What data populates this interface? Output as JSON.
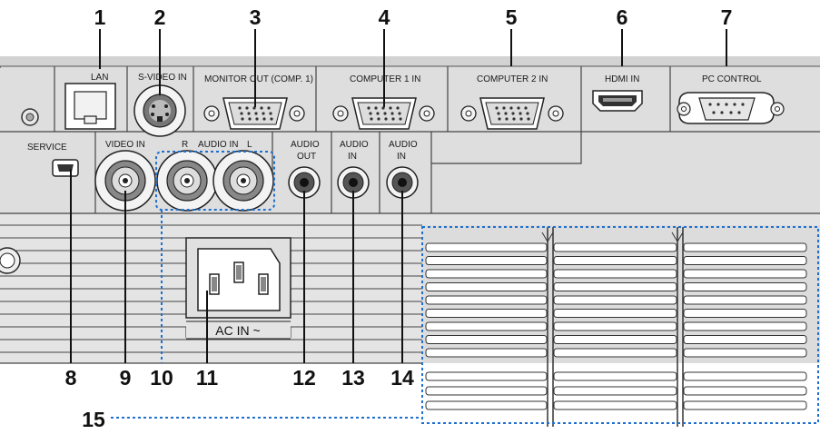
{
  "diagram": {
    "callouts": [
      "1",
      "2",
      "3",
      "4",
      "5",
      "6",
      "7",
      "8",
      "9",
      "10",
      "11",
      "12",
      "13",
      "14",
      "15"
    ],
    "port_labels": {
      "lan": "LAN",
      "svideo_in": "S-VIDEO IN",
      "monitor_out": "MONITOR OUT (COMP. 1)",
      "computer1_in": "COMPUTER 1 IN",
      "computer2_in": "COMPUTER 2 IN",
      "hdmi_in": "HDMI IN",
      "pc_control": "PC CONTROL",
      "service": "SERVICE",
      "video_in": "VIDEO IN",
      "audio_in_r": "R",
      "audio_in_title": "AUDIO IN",
      "audio_in_l": "L",
      "audio_out_1": "AUDIO",
      "audio_out_2": "OUT",
      "audio_in1_1": "AUDIO",
      "audio_in1_2": "IN",
      "audio_in2_1": "AUDIO",
      "audio_in2_2": "IN",
      "ac_in": "AC IN ~"
    },
    "colors": {
      "panel": "#dedede",
      "panel_dark": "#cfcfcf",
      "line": "#2a2a2a",
      "callout_line": "#1e6fd0",
      "vent": "#ffffff"
    }
  }
}
